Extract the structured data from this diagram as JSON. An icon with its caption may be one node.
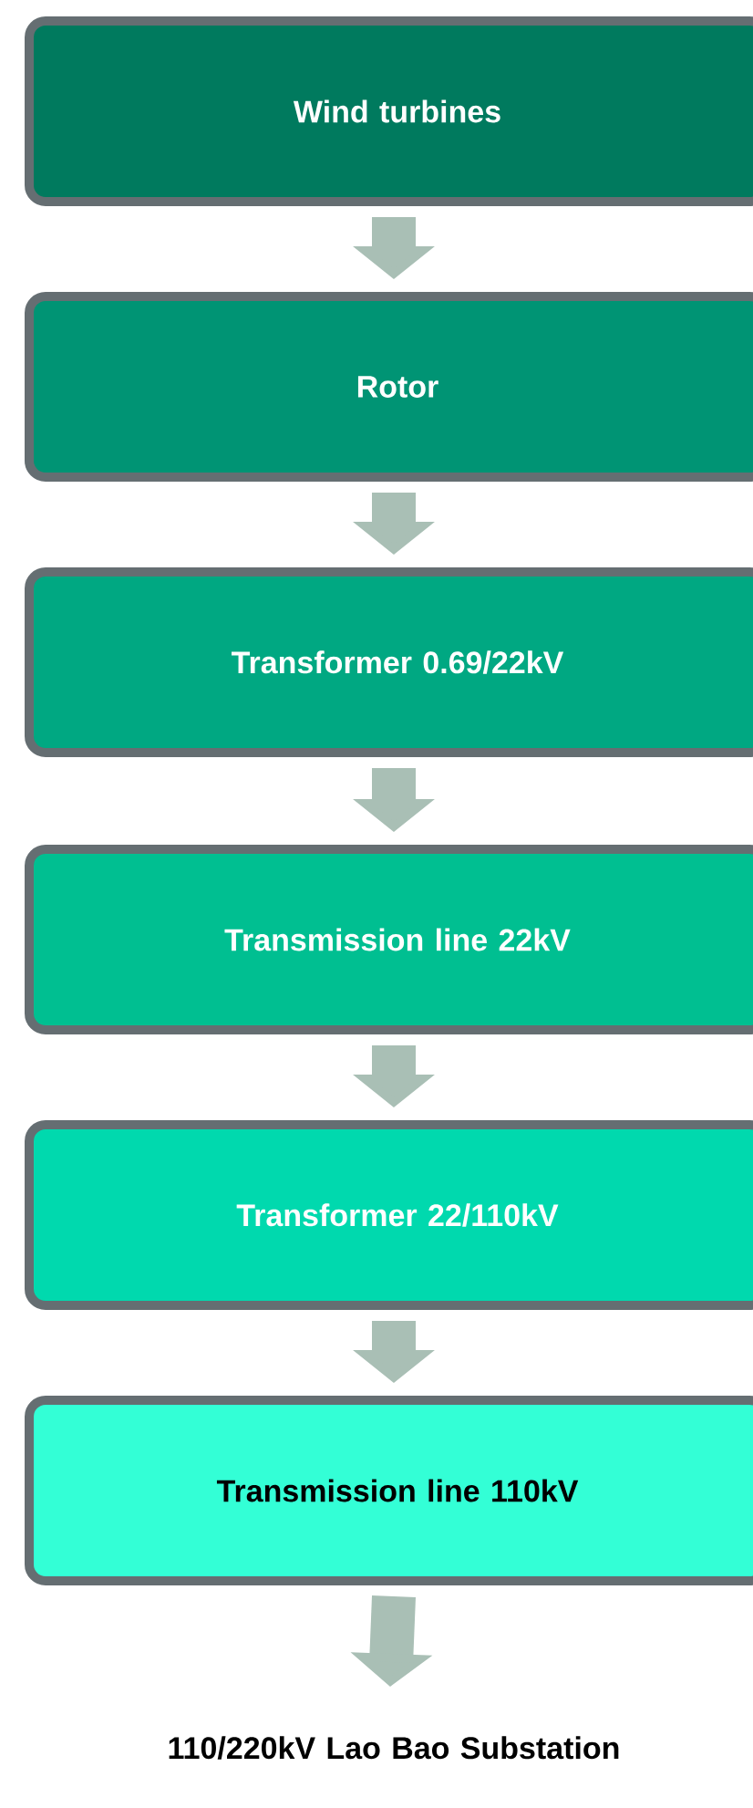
{
  "diagram": {
    "nodes": [
      {
        "text": [
          "Wind turbines"
        ]
      },
      {
        "text": [
          "Rotor"
        ]
      },
      {
        "text": [
          "Transformer 0.69/22kV"
        ]
      },
      {
        "text": [
          "Transmission line 22kV"
        ]
      },
      {
        "text": [
          "Transformer 22/110kV"
        ]
      },
      {
        "text": [
          "Transmission line 110kV"
        ]
      },
      {
        "text": [
          "110/220kV Lao Bao Substation"
        ]
      }
    ],
    "edges": [
      {
        "from": 0,
        "to": 1,
        "arrow": "to"
      },
      {
        "from": 1,
        "to": 2,
        "arrow": "to"
      },
      {
        "from": 2,
        "to": 3,
        "arrow": "to"
      },
      {
        "from": 3,
        "to": 4,
        "arrow": "to"
      },
      {
        "from": 4,
        "to": 5,
        "arrow": "to"
      },
      {
        "from": 5,
        "to": 6,
        "arrow": "to"
      }
    ]
  }
}
